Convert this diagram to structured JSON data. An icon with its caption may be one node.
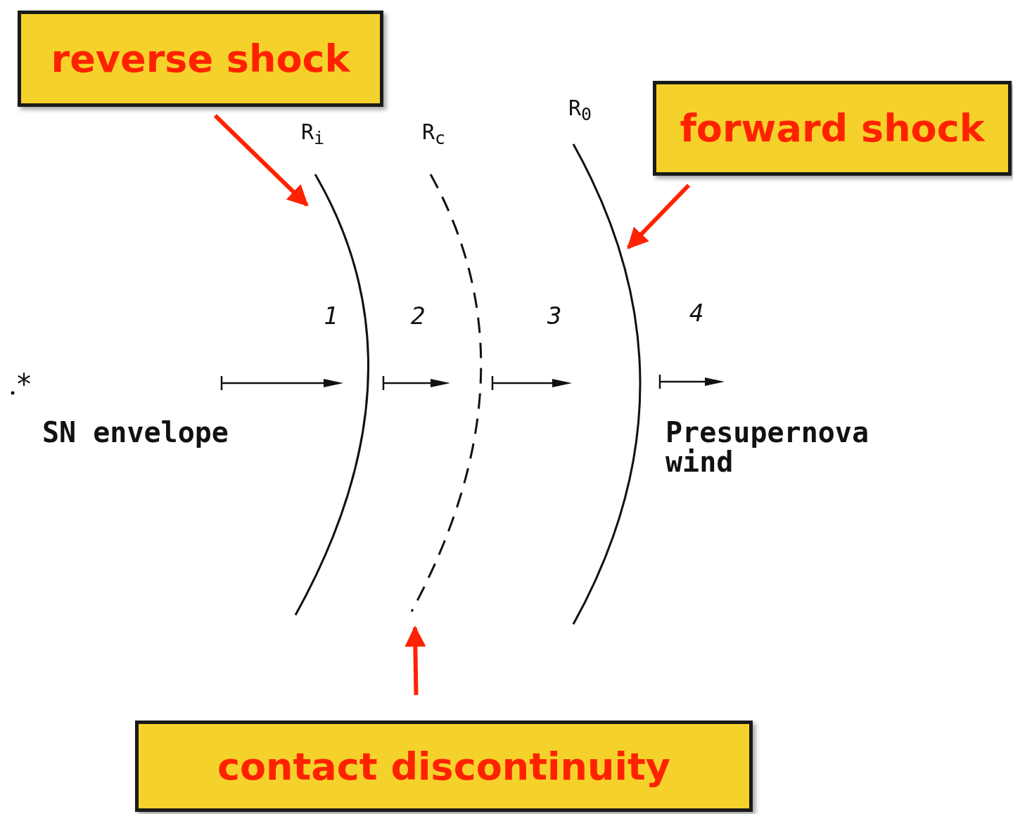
{
  "diagram": {
    "nodes": [
      {
        "text": [
          "reverse shock"
        ]
      },
      {
        "text": [
          "forward shock"
        ]
      },
      {
        "text": [
          "contact discontinuity"
        ]
      },
      {
        "text": [],
        "shape": "arc"
      },
      {
        "text": [],
        "shape": "arc"
      },
      {
        "text": [],
        "shape": "arc"
      }
    ],
    "edges": [
      {
        "from": 0,
        "to": 3,
        "arrow": "to"
      },
      {
        "from": 1,
        "to": 5,
        "arrow": "to"
      },
      {
        "from": 2,
        "to": 4,
        "arrow": "to"
      }
    ],
    "labels": [
      "R$_{i}$",
      "R$_{c}$",
      "R$_{0}$",
      "1",
      "2",
      "3",
      "4",
      "*",
      "SN envelope",
      "Presupernova wind"
    ]
  }
}
